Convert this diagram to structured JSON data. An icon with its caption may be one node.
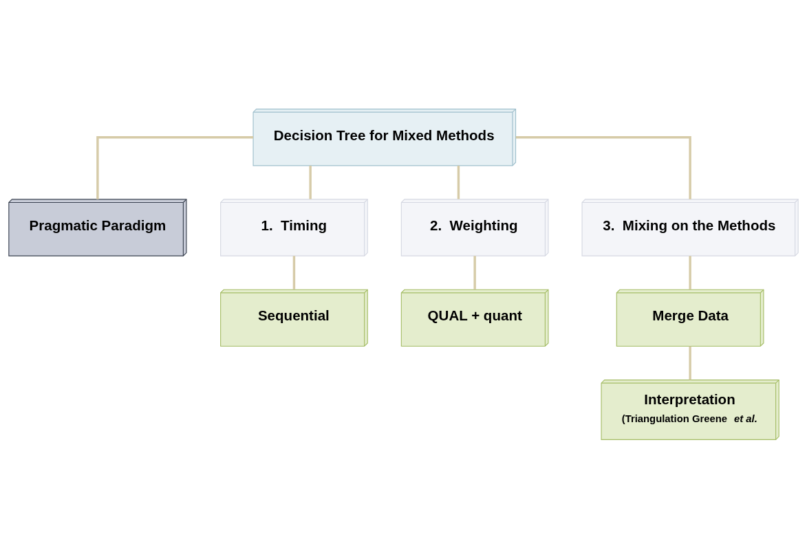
{
  "diagram": {
    "nodes": [
      {
        "text": [
          "Decision Tree for Mixed Methods"
        ]
      },
      {
        "text": [
          "Pragmatic Paradigm"
        ]
      },
      {
        "text": [
          "1.  Timing"
        ]
      },
      {
        "text": [
          "2.  Weighting"
        ]
      },
      {
        "text": [
          "3.  Mixing on the Methods"
        ]
      },
      {
        "text": [
          "Sequential"
        ]
      },
      {
        "text": [
          "QUAL + quant"
        ]
      },
      {
        "text": [
          "Merge Data"
        ]
      },
      {
        "text": [
          "Interpretation",
          "(Triangulation Greene *et al.*"
        ]
      }
    ],
    "edges": [
      {
        "from": 0,
        "to": 1,
        "arrow": "none"
      },
      {
        "from": 0,
        "to": 2,
        "arrow": "none"
      },
      {
        "from": 0,
        "to": 3,
        "arrow": "none"
      },
      {
        "from": 0,
        "to": 4,
        "arrow": "none"
      },
      {
        "from": 2,
        "to": 5,
        "arrow": "none"
      },
      {
        "from": 3,
        "to": 6,
        "arrow": "none"
      },
      {
        "from": 4,
        "to": 7,
        "arrow": "none"
      },
      {
        "from": 7,
        "to": 8,
        "arrow": "none"
      }
    ]
  }
}
